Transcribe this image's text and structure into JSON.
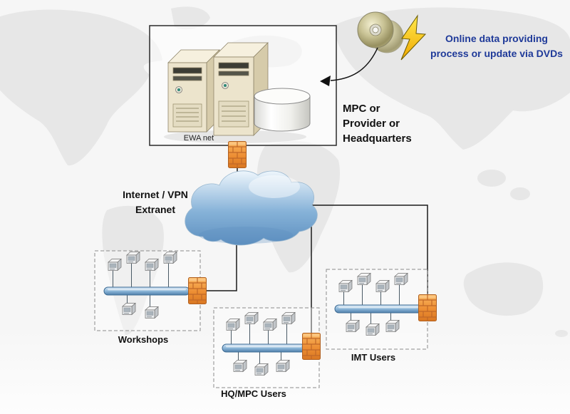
{
  "diagram": {
    "type": "network-topology-diagram",
    "labels": {
      "server_group": "EWA net",
      "headquarters_lines": [
        "MPC or",
        "Provider or",
        "Headquarters"
      ],
      "dvd_note_lines": [
        "Online data providing",
        "process or update via DVDs"
      ],
      "cloud_lines": [
        "Internet / VPN",
        "Extranet"
      ],
      "groups": [
        {
          "id": "workshops",
          "label": "Workshops",
          "workstations": 6
        },
        {
          "id": "hq-mpc-users",
          "label": "HQ/MPC Users",
          "workstations": 7
        },
        {
          "id": "imt-users",
          "label": "IMT Users",
          "workstations": 7
        }
      ]
    },
    "icons": {
      "server_towers": 2,
      "database_cylinders": 1,
      "firewalls": 4,
      "cd_dvd": "cd-dvd-icon",
      "lightning": "lightning-icon",
      "cloud": "internet-cloud-icon",
      "lan_bus": "lan-bus-icon",
      "workstation": "workstation-icon"
    },
    "colors": {
      "dvd_note_text": "#1f3a99",
      "label_text": "#111111",
      "firewall_orange": "#ed8e33",
      "cloud_blue": "#86b2d8",
      "lan_bus_blue": "#8cb6d8",
      "server_beige": "#ece4cc",
      "map_land": "#e7e7e7",
      "map_ocean": "#f6f6f6",
      "lightning_yellow": "#ffd21f"
    }
  }
}
